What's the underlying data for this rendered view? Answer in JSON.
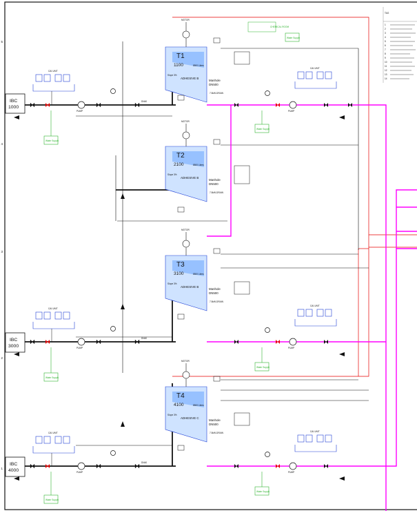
{
  "frame": {
    "row_numbers": [
      "5",
      "4",
      "3",
      "2",
      "1"
    ]
  },
  "ibcs": [
    {
      "label": "IBC",
      "number": "1000",
      "tag": "1000"
    },
    {
      "label": "IBC",
      "number": "3000",
      "tag": "3000"
    },
    {
      "label": "IBC",
      "number": "4000",
      "tag": "4000"
    }
  ],
  "tanks": [
    {
      "id": "T1",
      "tag": "1100",
      "capacity": "8500 Liters",
      "content": "ADHESIVE B",
      "manhole": "Manhole",
      "manhole_size": "DN500",
      "slope": "Slope 3%",
      "drain": "7.5kW-DRAIN",
      "motor": "MOTOR"
    },
    {
      "id": "T2",
      "tag": "2100",
      "capacity": "8500 Liters",
      "content": "ADHESIVE B",
      "manhole": "Manhole",
      "manhole_size": "DN500",
      "slope": "Slope 3%",
      "drain": "7.5kW-DRAIN",
      "motor": "MOTOR"
    },
    {
      "id": "T3",
      "tag": "3100",
      "capacity": "8500 Liters",
      "content": "ADHESIVE B",
      "manhole": "Manhole",
      "manhole_size": "DN500",
      "slope": "Slope 3%",
      "drain": "7.5kW-DRAIN",
      "motor": "MOTOR"
    },
    {
      "id": "T4",
      "tag": "4100",
      "capacity": "8500 Liters",
      "content": "ADHESIVE C",
      "manhole": "Manhole",
      "manhole_size": "DN500",
      "slope": "Slope 3%",
      "drain": "7.5kW-DRAIN",
      "motor": "MOTOR"
    }
  ],
  "labels": {
    "ca_unit": "CAI UNIT",
    "pump": "PUMP",
    "water_supply": "Water Supply",
    "chemical_room": "CHEMICAL ROOM",
    "dn_small": "DN40"
  },
  "legend": {
    "header": "TAG",
    "rows": [
      "1",
      "2",
      "3",
      "4",
      "5",
      "6",
      "7",
      "8",
      "9",
      "10",
      "11",
      "12",
      "13",
      "14"
    ]
  },
  "colors": {
    "magenta_line": "#ff00ff",
    "red_line": "#e60000",
    "green_supply": "#2db32d",
    "blue_valve": "#1f3fd6",
    "black_line": "#111111"
  }
}
